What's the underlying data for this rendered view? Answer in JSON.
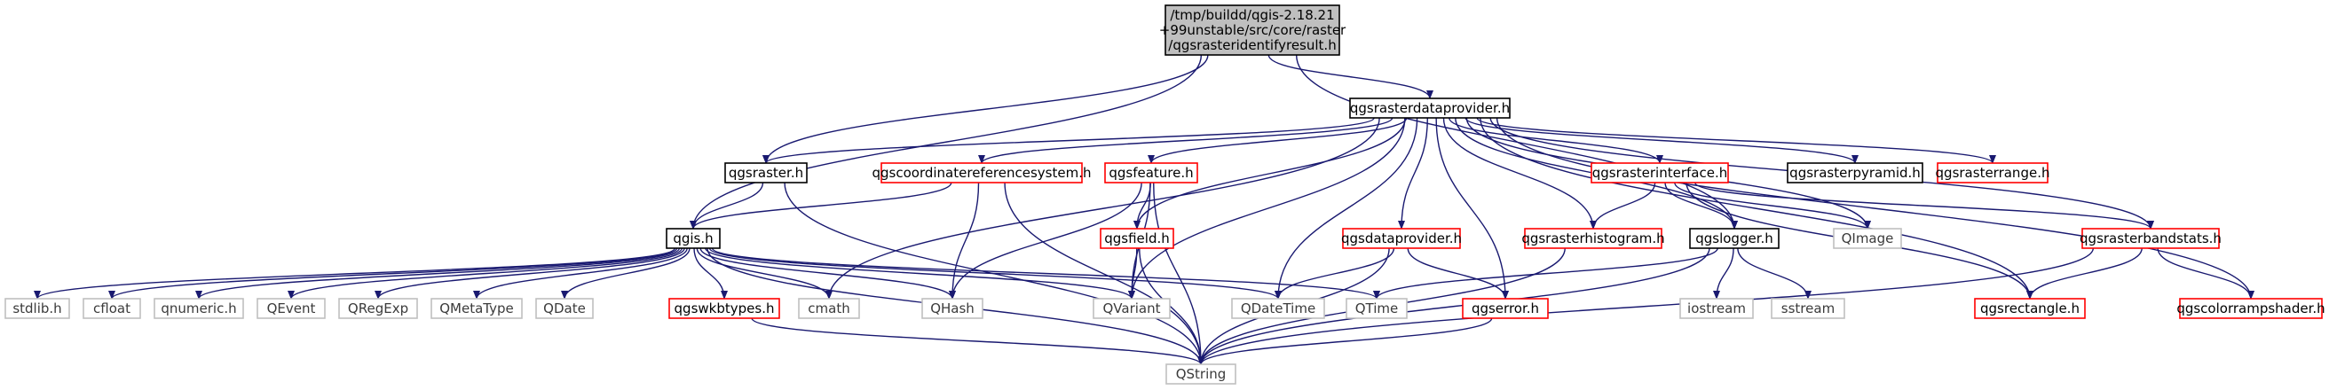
{
  "colors": {
    "root_fill": "#bfbfbf",
    "edge": "#191970",
    "border_documented": "#000000",
    "border_missing": "#ff0000",
    "border_external": "#bfbfbf",
    "text_external": "#3b3b3b"
  },
  "nodes": {
    "root": {
      "lines": [
        "/tmp/buildd/qgis-2.18.21",
        "+99unstable/src/core/raster",
        "/qgsrasteridentifyresult.h"
      ],
      "kind": "root"
    },
    "qgsrasterdataprovider": {
      "lines": [
        "qgsrasterdataprovider.h"
      ],
      "kind": "documented"
    },
    "qgsraster": {
      "lines": [
        "qgsraster.h"
      ],
      "kind": "documented"
    },
    "qgscoordinatereferencesystem": {
      "lines": [
        "qgscoordinatereferencesystem.h"
      ],
      "kind": "missing"
    },
    "qgsfeature": {
      "lines": [
        "qgsfeature.h"
      ],
      "kind": "missing"
    },
    "qgsrasterinterface": {
      "lines": [
        "qgsrasterinterface.h"
      ],
      "kind": "missing"
    },
    "qgsrasterpyramid": {
      "lines": [
        "qgsrasterpyramid.h"
      ],
      "kind": "documented"
    },
    "qgsrasterrange": {
      "lines": [
        "qgsrasterrange.h"
      ],
      "kind": "missing"
    },
    "qgis": {
      "lines": [
        "qgis.h"
      ],
      "kind": "documented"
    },
    "qgsfield": {
      "lines": [
        "qgsfield.h"
      ],
      "kind": "missing"
    },
    "qgsdataprovider": {
      "lines": [
        "qgsdataprovider.h"
      ],
      "kind": "missing"
    },
    "qgsrasterhistogram": {
      "lines": [
        "qgsrasterhistogram.h"
      ],
      "kind": "missing"
    },
    "qgslogger": {
      "lines": [
        "qgslogger.h"
      ],
      "kind": "documented"
    },
    "qimage": {
      "lines": [
        "QImage"
      ],
      "kind": "external"
    },
    "qgsrasterbandstats": {
      "lines": [
        "qgsrasterbandstats.h"
      ],
      "kind": "missing"
    },
    "stdlib": {
      "lines": [
        "stdlib.h"
      ],
      "kind": "external"
    },
    "cfloat": {
      "lines": [
        "cfloat"
      ],
      "kind": "external"
    },
    "qnumeric": {
      "lines": [
        "qnumeric.h"
      ],
      "kind": "external"
    },
    "qevent": {
      "lines": [
        "QEvent"
      ],
      "kind": "external"
    },
    "qregexp": {
      "lines": [
        "QRegExp"
      ],
      "kind": "external"
    },
    "qmetatype": {
      "lines": [
        "QMetaType"
      ],
      "kind": "external"
    },
    "qdate": {
      "lines": [
        "QDate"
      ],
      "kind": "external"
    },
    "qgswkbtypes": {
      "lines": [
        "qgswkbtypes.h"
      ],
      "kind": "missing"
    },
    "cmath": {
      "lines": [
        "cmath"
      ],
      "kind": "external"
    },
    "qhash": {
      "lines": [
        "QHash"
      ],
      "kind": "external"
    },
    "qvariant": {
      "lines": [
        "QVariant"
      ],
      "kind": "external"
    },
    "qdatetime": {
      "lines": [
        "QDateTime"
      ],
      "kind": "external"
    },
    "qtime": {
      "lines": [
        "QTime"
      ],
      "kind": "external"
    },
    "qgserror": {
      "lines": [
        "qgserror.h"
      ],
      "kind": "missing"
    },
    "iostream": {
      "lines": [
        "iostream"
      ],
      "kind": "external"
    },
    "sstream": {
      "lines": [
        "sstream"
      ],
      "kind": "external"
    },
    "qgsrectangle": {
      "lines": [
        "qgsrectangle.h"
      ],
      "kind": "missing"
    },
    "qgscolorrampshader": {
      "lines": [
        "qgscolorrampshader.h"
      ],
      "kind": "missing"
    },
    "qstring": {
      "lines": [
        "QString"
      ],
      "kind": "external"
    }
  },
  "edges": [
    [
      "root",
      "qgsrasterdataprovider"
    ],
    [
      "root",
      "qgsraster"
    ],
    [
      "root",
      "qgis"
    ],
    [
      "root",
      "qgslogger"
    ],
    [
      "qgsrasterdataprovider",
      "qgsraster"
    ],
    [
      "qgsrasterdataprovider",
      "cmath"
    ],
    [
      "qgsrasterdataprovider",
      "qgscoordinatereferencesystem"
    ],
    [
      "qgsrasterdataprovider",
      "qgsfeature"
    ],
    [
      "qgsrasterdataprovider",
      "qgsfield"
    ],
    [
      "qgsrasterdataprovider",
      "qvariant"
    ],
    [
      "qgsrasterdataprovider",
      "qdatetime"
    ],
    [
      "qgsrasterdataprovider",
      "qgsdataprovider"
    ],
    [
      "qgsrasterdataprovider",
      "qgserror"
    ],
    [
      "qgsrasterdataprovider",
      "qgsrasterhistogram"
    ],
    [
      "qgsrasterdataprovider",
      "qgslogger"
    ],
    [
      "qgsrasterdataprovider",
      "qgsrasterinterface"
    ],
    [
      "qgsrasterdataprovider",
      "qimage"
    ],
    [
      "qgsrasterdataprovider",
      "qgsrasterpyramid"
    ],
    [
      "qgsrasterdataprovider",
      "qgsrasterrange"
    ],
    [
      "qgsrasterdataprovider",
      "qgsrectangle"
    ],
    [
      "qgsrasterdataprovider",
      "qgsrasterbandstats"
    ],
    [
      "qgsrasterdataprovider",
      "qgscolorrampshader"
    ],
    [
      "qgsraster",
      "qgis"
    ],
    [
      "qgsraster",
      "qstring"
    ],
    [
      "qgscoordinatereferencesystem",
      "qgis"
    ],
    [
      "qgscoordinatereferencesystem",
      "qhash"
    ],
    [
      "qgscoordinatereferencesystem",
      "qstring"
    ],
    [
      "qgsfeature",
      "qgsfield"
    ],
    [
      "qgsfeature",
      "qhash"
    ],
    [
      "qgsfeature",
      "qvariant"
    ],
    [
      "qgsfeature",
      "qstring"
    ],
    [
      "qgsfield",
      "qvariant"
    ],
    [
      "qgsfield",
      "qstring"
    ],
    [
      "qgis",
      "stdlib"
    ],
    [
      "qgis",
      "cfloat"
    ],
    [
      "qgis",
      "qnumeric"
    ],
    [
      "qgis",
      "qevent"
    ],
    [
      "qgis",
      "qregexp"
    ],
    [
      "qgis",
      "qmetatype"
    ],
    [
      "qgis",
      "qdate"
    ],
    [
      "qgis",
      "qgswkbtypes"
    ],
    [
      "qgis",
      "cmath"
    ],
    [
      "qgis",
      "qhash"
    ],
    [
      "qgis",
      "qvariant"
    ],
    [
      "qgis",
      "qdatetime"
    ],
    [
      "qgis",
      "qtime"
    ],
    [
      "qgis",
      "qstring"
    ],
    [
      "qgswkbtypes",
      "qstring"
    ],
    [
      "qgsdataprovider",
      "qdatetime"
    ],
    [
      "qgsdataprovider",
      "qgserror"
    ],
    [
      "qgsdataprovider",
      "qstring"
    ],
    [
      "qgserror",
      "qstring"
    ],
    [
      "qgsrasterinterface",
      "qgsrasterhistogram"
    ],
    [
      "qgsrasterinterface",
      "qgslogger"
    ],
    [
      "qgsrasterinterface",
      "qimage"
    ],
    [
      "qgsrasterinterface",
      "qgsrasterbandstats"
    ],
    [
      "qgsrasterinterface",
      "qgsrectangle"
    ],
    [
      "qgsrasterhistogram",
      "qstring"
    ],
    [
      "qgslogger",
      "iostream"
    ],
    [
      "qgslogger",
      "sstream"
    ],
    [
      "qgslogger",
      "qtime"
    ],
    [
      "qgslogger",
      "qstring"
    ],
    [
      "qgsrasterbandstats",
      "qgsrectangle"
    ],
    [
      "qgsrasterbandstats",
      "qgscolorrampshader"
    ],
    [
      "qgsrasterbandstats",
      "qstring"
    ]
  ]
}
